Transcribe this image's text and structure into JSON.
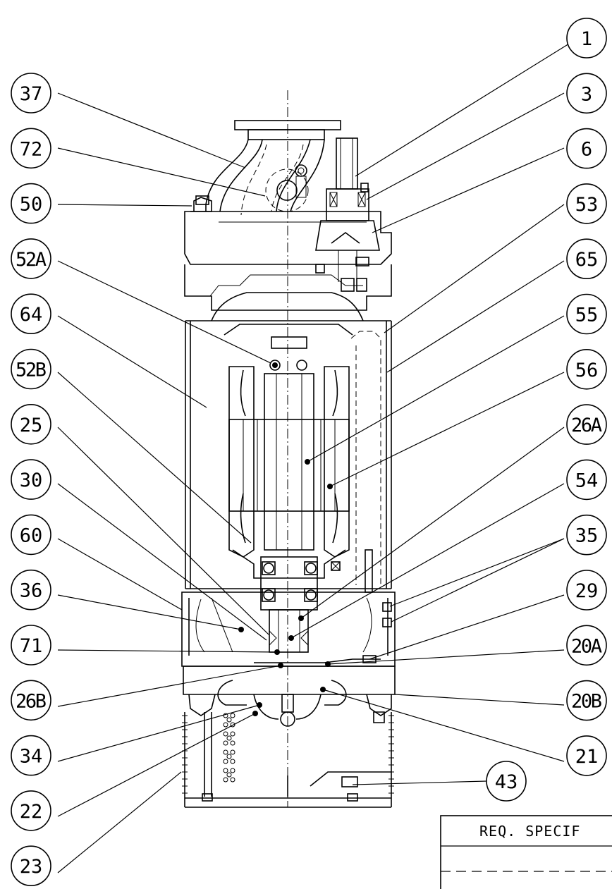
{
  "balloons_left": [
    "37",
    "72",
    "50",
    "52A",
    "64",
    "52B",
    "25",
    "30",
    "60",
    "36",
    "71",
    "26B",
    "34",
    "22",
    "23"
  ],
  "balloons_right": [
    "1",
    "3",
    "6",
    "53",
    "65",
    "55",
    "56",
    "26A",
    "54",
    "35",
    "29",
    "20A",
    "20B",
    "21"
  ],
  "balloon_bottom": "43",
  "spec_table": {
    "header": "REQ. SPECIF"
  }
}
